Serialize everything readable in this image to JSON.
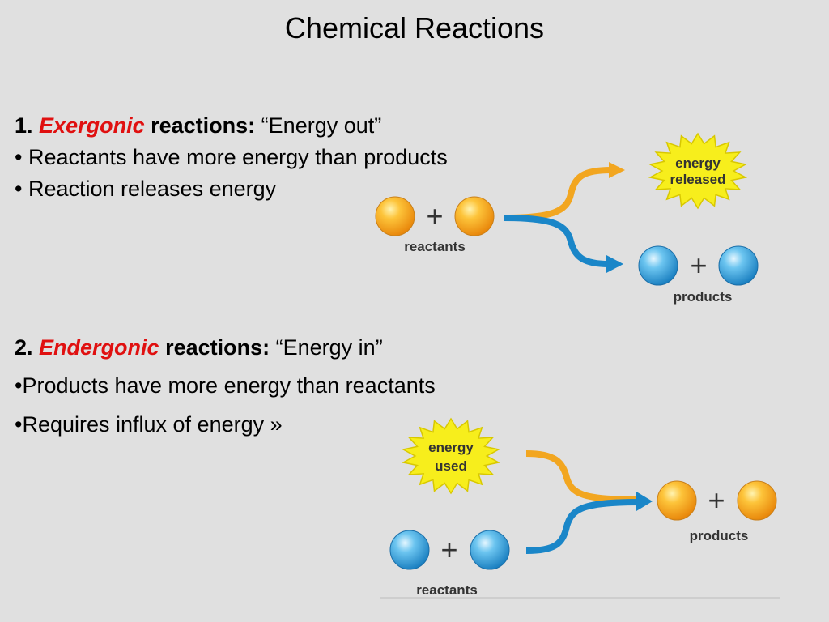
{
  "title": "Chemical Reactions",
  "exergonic": {
    "number": "1.",
    "keyword": "Exergonic",
    "label": "reactions:",
    "quote": "“Energy out”",
    "bullets": [
      "• Reactants have more energy than products",
      "• Reaction releases energy"
    ],
    "diagram": {
      "energy_label_line1": "energy",
      "energy_label_line2": "released",
      "plus": "+",
      "reactants_label": "reactants",
      "products_label": "products"
    }
  },
  "endergonic": {
    "number": "2.",
    "keyword": "Endergonic",
    "label": "reactions:",
    "quote": "“Energy in”",
    "bullets": [
      "•Products have more energy than reactants",
      "•Requires influx of energy »"
    ],
    "diagram": {
      "energy_label_line1": "energy",
      "energy_label_line2": "used",
      "plus": "+",
      "reactants_label": "reactants",
      "products_label": "products"
    }
  },
  "colors": {
    "keyword": "#e01010",
    "orange_arrow": "#f2a620",
    "blue_arrow": "#1a86c8",
    "burst_fill": "#f7ee1c",
    "orange_ball": "#f5a623",
    "blue_ball": "#3aa6e0"
  }
}
